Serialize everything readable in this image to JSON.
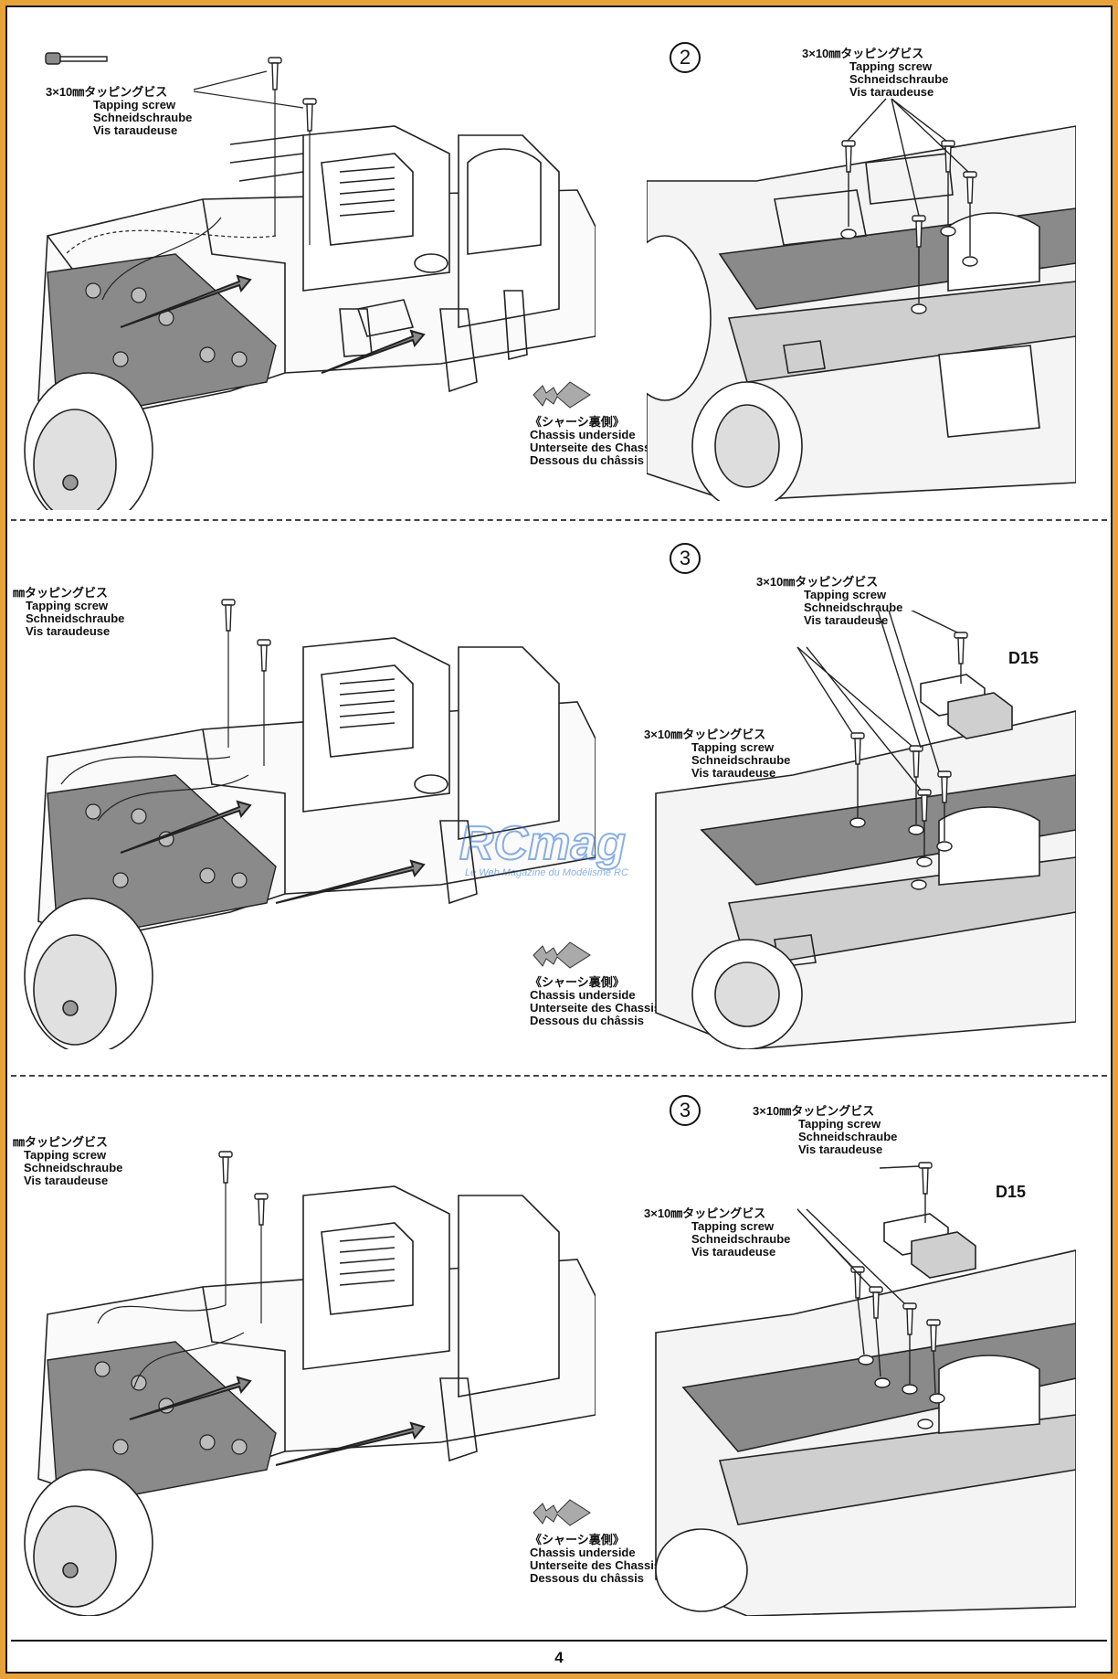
{
  "screw_label": {
    "size": "3×10㎜タッピングビス",
    "size_cropped": "㎜タッピングビス",
    "en": "Tapping screw",
    "de": "Schneidschraube",
    "fr": "Vis taraudeuse"
  },
  "underside_label": {
    "jp": "《シャーシ裏側》",
    "en": "Chassis underside",
    "de": "Unterseite des Chassis",
    "fr": "Dessous du châssis"
  },
  "steps": {
    "top": "2",
    "middle": "3",
    "bottom": "3"
  },
  "parts": {
    "middle": "D15",
    "bottom": "D15"
  },
  "watermark": {
    "logo": "RCmag",
    "tagline": "Le Web Magazine du Modélisme RC"
  },
  "page_number": "4",
  "colors": {
    "frame": "#e8a23a",
    "line": "#1a1a1a",
    "shade": "#8a8a8a",
    "light_shade": "#cfcfcf",
    "logo_blue": "#2a6fd0"
  }
}
